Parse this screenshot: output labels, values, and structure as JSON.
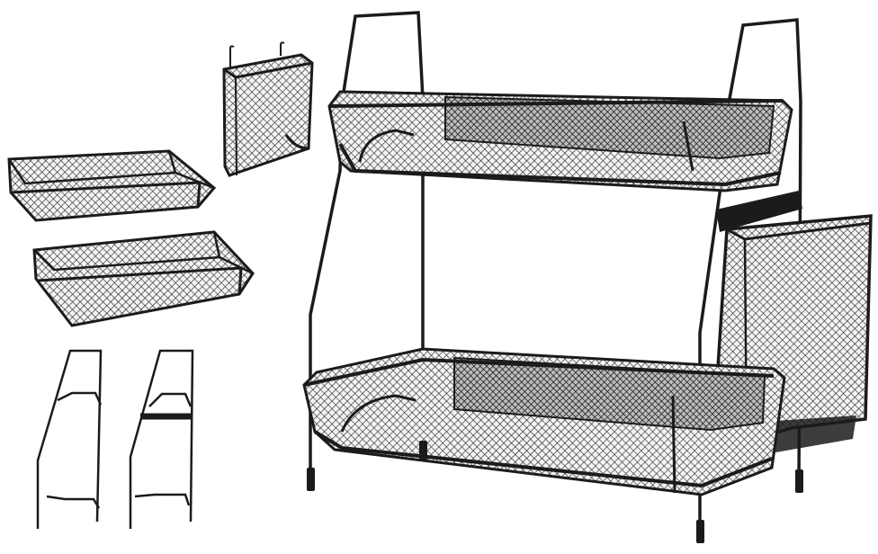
{
  "scene": {
    "background": "#ffffff",
    "metal_color": "#1b1b1b",
    "mesh_color": "#2a2a2a",
    "components": [
      "hanging-mesh-basket",
      "mesh-tray-upper",
      "mesh-tray-lower",
      "side-frame-left",
      "side-frame-right",
      "assembled-two-tier-rack"
    ]
  }
}
